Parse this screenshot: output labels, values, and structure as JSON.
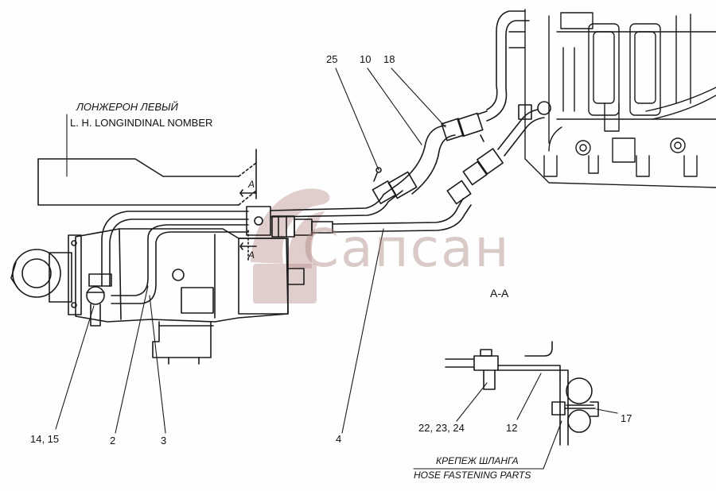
{
  "labels": {
    "longeron_ru": "ЛОНЖЕРОН ЛЕВЫЙ",
    "longeron_en": "L. H. LONGINDINAL NOMBER",
    "section_title": "А-А",
    "section_mark_top": "А",
    "section_mark_bottom": "А",
    "hose_fastening_ru": "КРЕПЕЖ ШЛАНГА",
    "hose_fastening_en": "HOSE FASTENING PARTS"
  },
  "callouts": {
    "c25": "25",
    "c10": "10",
    "c18": "18",
    "c14_15": "14, 15",
    "c2": "2",
    "c3": "3",
    "c4": "4",
    "c22_23_24": "22, 23, 24",
    "c12": "12",
    "c17": "17"
  },
  "watermark": "Сапсан",
  "colors": {
    "line": "#1a1a1a",
    "watermark": "#b08a85",
    "background": "#fefefe"
  }
}
